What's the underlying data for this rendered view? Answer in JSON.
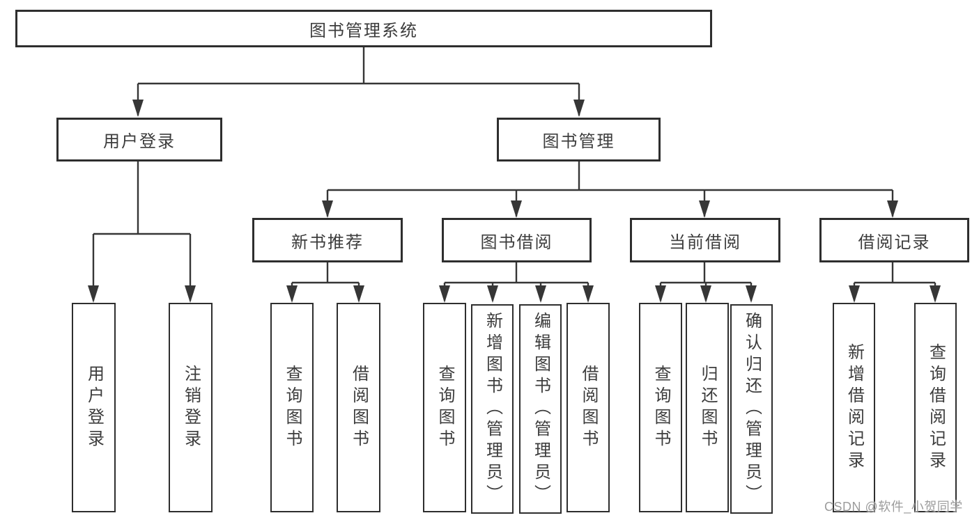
{
  "diagram": {
    "title": "图书管理系统",
    "level2": {
      "user_login": "用户登录",
      "book_management": "图书管理"
    },
    "level3": {
      "new_book_recommend": "新书推荐",
      "book_borrowing": "图书借阅",
      "current_borrowing": "当前借阅",
      "borrowing_records": "借阅记录"
    },
    "leaves": {
      "user_login": "用户登录",
      "logout": "注销登录",
      "query_books_1": "查询图书",
      "borrow_books_1": "借阅图书",
      "query_books_2": "查询图书",
      "add_books_admin": "新增图书（管理员）",
      "edit_books_admin": "编辑图书（管理员）",
      "borrow_books_2": "借阅图书",
      "query_books_3": "查询图书",
      "return_books": "归还图书",
      "confirm_return_admin": "确认归还（管理员）",
      "add_borrow_record": "新增借阅记录",
      "query_borrow_record": "查询借阅记录"
    },
    "watermark": "CSDN @软件_小贺同学",
    "colors": {
      "line": "#363636",
      "box_border": "#2e2e2e",
      "text": "#3c3c3c",
      "watermark": "#9c9c9c",
      "background": "#ffffff"
    }
  }
}
